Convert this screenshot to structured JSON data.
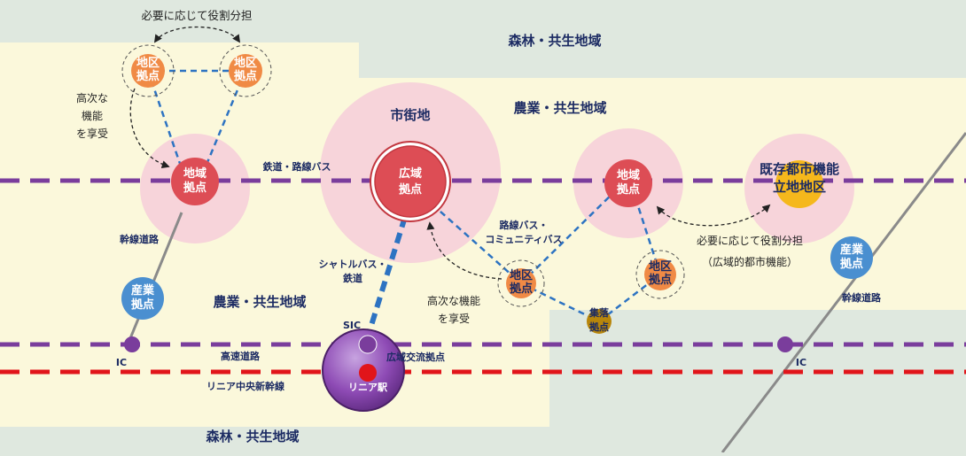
{
  "zones": {
    "forest_top": "森林・共生地域",
    "agri_top": "農業・共生地域",
    "agri_mid": "農業・共生地域",
    "forest_bottom": "森林・共生地域",
    "urban_area": "市街地"
  },
  "routes": {
    "rail_bus": "鉄道・路線バス",
    "trunk_road_left": "幹線道路",
    "trunk_road_right": "幹線道路",
    "shuttle": [
      "シャトルバス・",
      "鉄道"
    ],
    "community_bus": [
      "路線バス・",
      "コミュニティバス"
    ],
    "expressway": "高速道路",
    "linear": "リニア中央新幹線",
    "ic_left": "IC",
    "ic_right": "IC",
    "sic": "SIC"
  },
  "nodes": {
    "district_top_left": [
      "地区",
      "拠点"
    ],
    "district_top_right": [
      "地区",
      "拠点"
    ],
    "regional_left": [
      "地域",
      "拠点"
    ],
    "wide_area": [
      "広域",
      "拠点"
    ],
    "regional_right": [
      "地域",
      "拠点"
    ],
    "existing_urban": [
      "既存都市機能",
      "立地地区"
    ],
    "industry_left": [
      "産業",
      "拠点"
    ],
    "industry_right": [
      "産業",
      "拠点"
    ],
    "district_mid": [
      "地区",
      "拠点"
    ],
    "district_right": [
      "地区",
      "拠点"
    ],
    "village": [
      "集落",
      "拠点"
    ],
    "wide_exchange": "広域交流拠点",
    "linear_station": "リニア駅"
  },
  "notes": {
    "share_top": "必要に応じて役割分担",
    "higher_left": [
      "高次な",
      "機能",
      "を享受"
    ],
    "share_right": [
      "必要に応じて役割分担",
      "（広域的都市機能）"
    ],
    "higher_mid": [
      "高次な機能",
      "を享受"
    ]
  },
  "colors": {
    "forest": "#dfe8df",
    "agriculture": "#fbf8db",
    "influence": "#f7d4da",
    "regional_node": "#dd4d55",
    "district_node": "#f08a45",
    "industry_node": "#4a8fd0",
    "existing_node": "#f5b81c",
    "village_node": "#b8860b",
    "purple_line": "#7a3d9c",
    "red_line": "#e1151a",
    "blue_link": "#2d73c2",
    "grey_road": "#8a8a8a"
  }
}
